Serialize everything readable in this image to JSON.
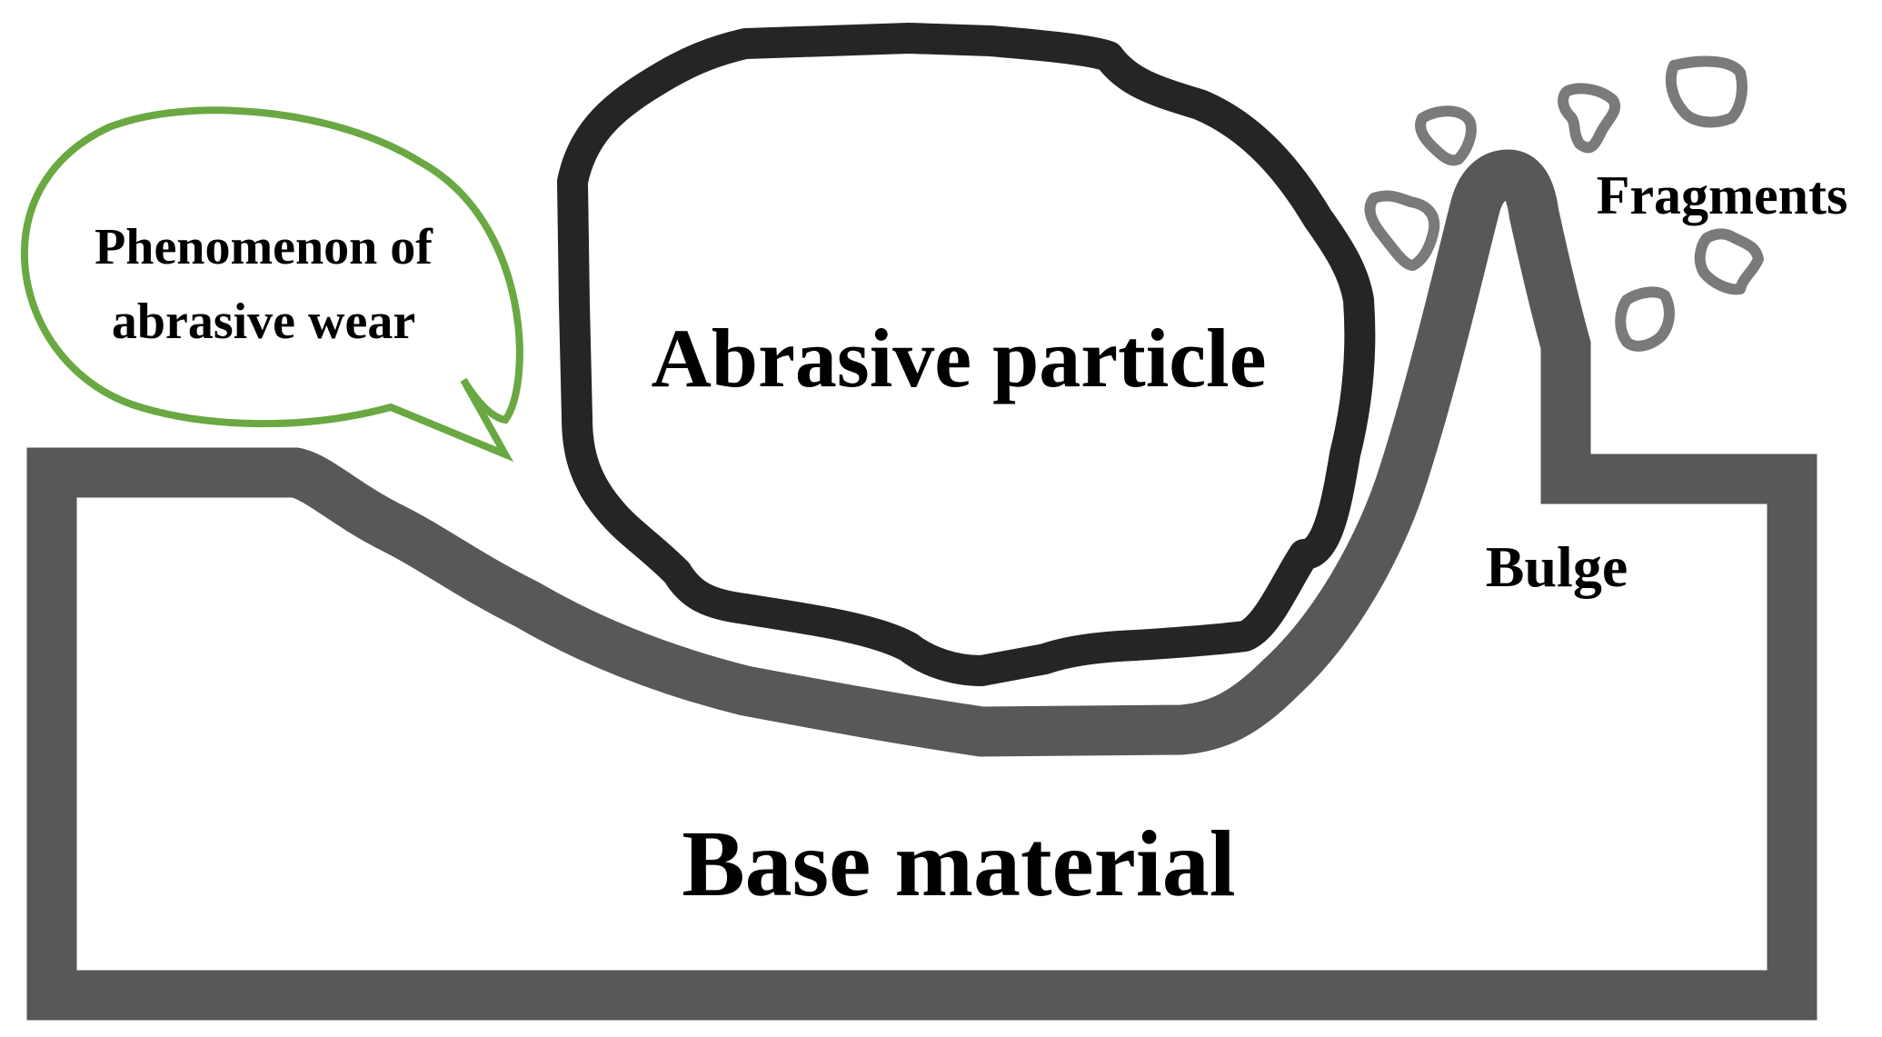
{
  "labels": {
    "speech_line1": "Phenomenon of",
    "speech_line2": "abrasive wear",
    "abrasive_particle": "Abrasive particle",
    "fragments": "Fragments",
    "bulge": "Bulge",
    "base_material": "Base material"
  },
  "colors": {
    "base_outline": "#585858",
    "particle_outline": "#252525",
    "fragment_outline": "#7a7a7a",
    "speech_bubble_outline": "#6aa842",
    "text": "#000000",
    "background": "#ffffff"
  }
}
